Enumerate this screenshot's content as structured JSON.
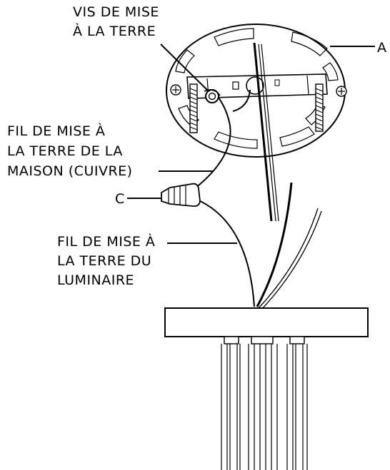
{
  "labels": {
    "ground_screw_line1": "VIS DE MISE",
    "ground_screw_line2": "À LA TERRE",
    "house_ground_line1": "FIL DE MISE À",
    "house_ground_line2": "LA TERRE DE LA",
    "house_ground_line3": "MAISON (CUIVRE)",
    "fixture_ground_line1": "FIL DE MISE À",
    "fixture_ground_line2": "LA TERRE DU",
    "fixture_ground_line3": "LUMINAIRE",
    "callout_a": "A",
    "callout_c": "C"
  }
}
